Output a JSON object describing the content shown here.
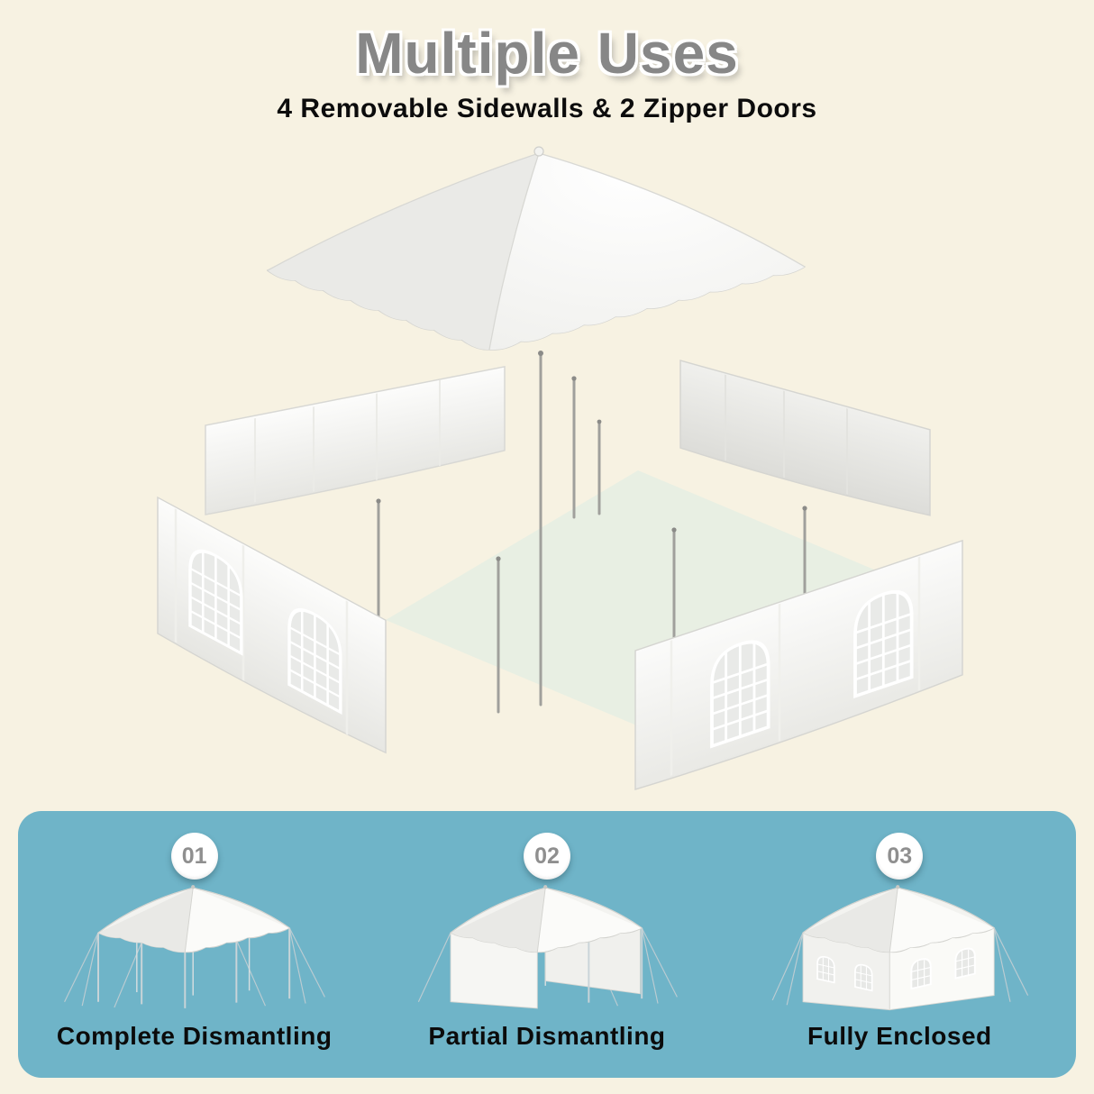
{
  "header": {
    "title": "Multiple Uses",
    "subtitle": "4 Removable Sidewalls & 2 Zipper Doors"
  },
  "options": [
    {
      "badge": "01",
      "label": "Complete Dismantling"
    },
    {
      "badge": "02",
      "label": "Partial Dismantling"
    },
    {
      "badge": "03",
      "label": "Fully Enclosed"
    }
  ],
  "colors": {
    "background": "#f7f2e2",
    "panel": "#6fb4c8",
    "title": "#878787",
    "badge_text": "#8f8f8f",
    "label_text": "#0b0b0b"
  }
}
